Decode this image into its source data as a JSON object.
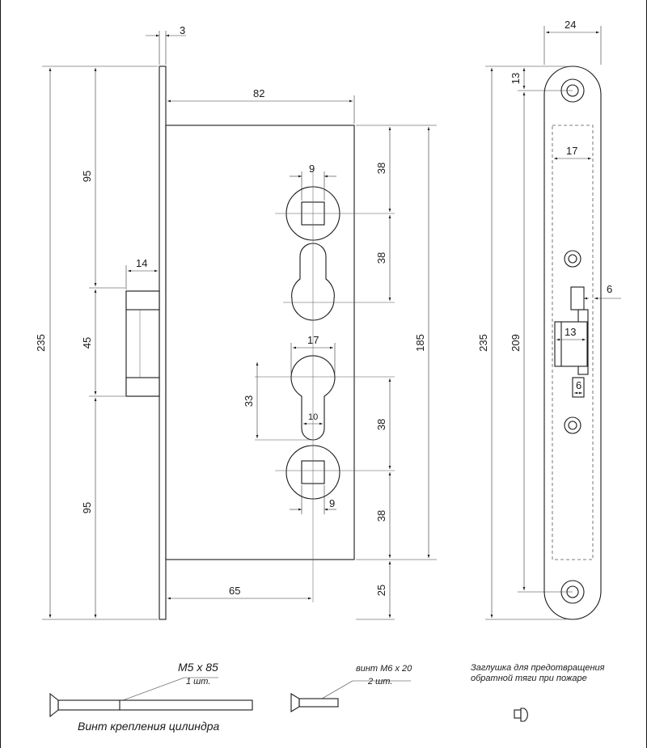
{
  "front_view": {
    "plate_thickness": "3",
    "case_depth": "82",
    "total_height": "235",
    "upper_offset": "95",
    "cylinder_depth": "14",
    "cylinder_height": "45",
    "lower_offset": "95",
    "spindle_square_top": "9",
    "spacing_1": "38",
    "spacing_2": "38",
    "cylinder_width": "17",
    "case_height": "185",
    "cylinder_slot_height": "33",
    "slot_width": "10",
    "spacing_3": "38",
    "spindle_square_bottom": "9",
    "spacing_4": "38",
    "backset": "65",
    "bottom_offset": "25"
  },
  "faceplate_view": {
    "width": "24",
    "top_hole_offset": "13",
    "inner_width": "17",
    "total_height": "235",
    "hole_spacing": "209",
    "deadbolt_projection": "6",
    "latch_width": "13",
    "auxiliary_bolt": "6"
  },
  "notes": {
    "screw_long_spec": "M5 x 85",
    "screw_long_qty": "1 шт.",
    "screw_long_caption": "Винт крепления цилиндра",
    "screw_short_spec": "винт М6 х 20",
    "screw_short_qty": "2 шт.",
    "plug_note_line1": "Заглушка  для предотвращения",
    "plug_note_line2": "обратной тяги при пожаре"
  }
}
